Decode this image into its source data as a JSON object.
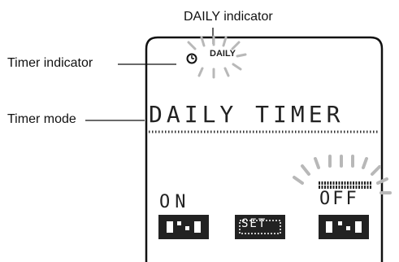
{
  "callouts": {
    "daily_indicator": "DAILY indicator",
    "timer_indicator": "Timer indicator",
    "timer_mode": "Timer mode"
  },
  "display": {
    "daily_badge": "DAILY",
    "mode_text": "DAILY TIMER",
    "on_text": "ON",
    "off_text": "OFF",
    "set_text": "SET",
    "icons": [
      "clock-icon"
    ]
  }
}
